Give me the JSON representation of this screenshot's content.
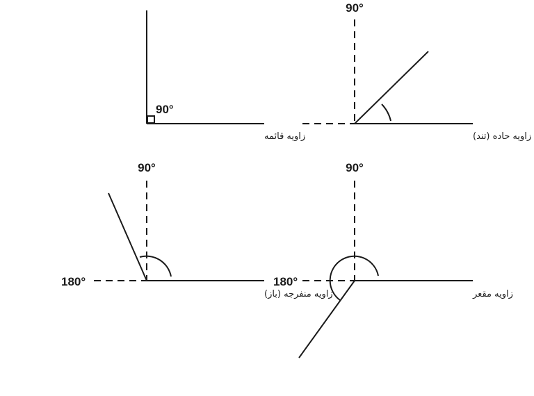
{
  "diagrams": [
    {
      "name": "right-angle",
      "caption": "زاویه قائمه",
      "degree_label": "90°"
    },
    {
      "name": "acute-angle",
      "caption": "زاویه حاده (تند)",
      "degree_label": "90°"
    },
    {
      "name": "obtuse-angle",
      "caption": "زاویه منفرجه (باز)",
      "degree_label": "90°",
      "straight_label": "180°"
    },
    {
      "name": "reflex-angle",
      "caption": "زاویه مقعر",
      "degree_label": "90°",
      "straight_label": "180°"
    }
  ]
}
